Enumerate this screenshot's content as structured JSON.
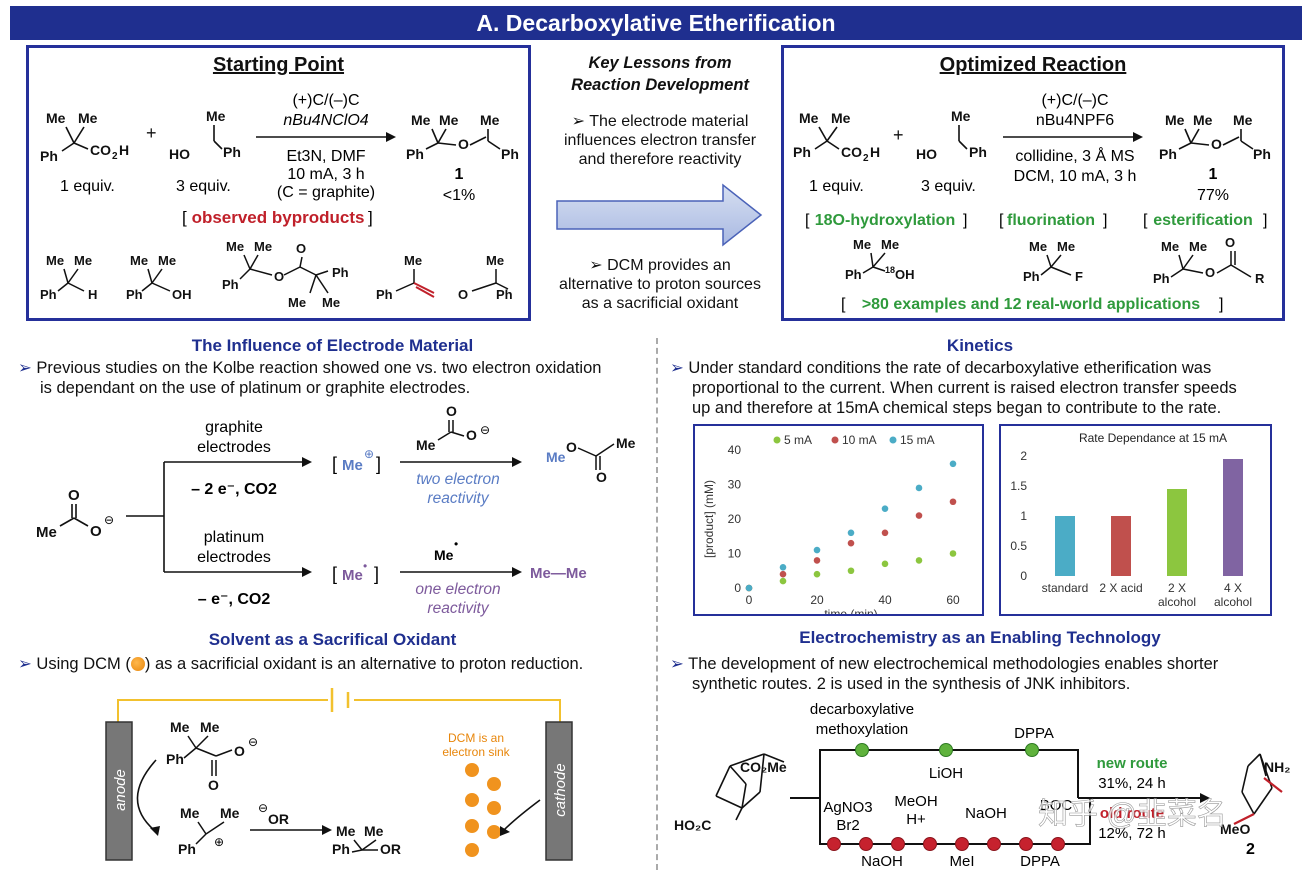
{
  "banner": {
    "title": "A. Decarboxylative Etherification"
  },
  "starting_point": {
    "title": "Starting Point",
    "reagents": [
      "(+)C/(–)C",
      "nBu4NClO4"
    ],
    "conditions": [
      "Et3N, DMF",
      "10 mA, 3 h",
      "(C = graphite)"
    ],
    "equiv1": "1 equiv.",
    "equiv2": "3 equiv.",
    "product_num": "1",
    "product_yield": "<1%",
    "byproducts_label": "observed byproducts"
  },
  "lessons": {
    "title_line1": "Key Lessons from",
    "title_line2": "Reaction Development",
    "lesson1": [
      "The electrode material",
      "influences electron transfer",
      "and therefore reactivity"
    ],
    "lesson2": [
      "DCM provides an",
      "alternative to proton sources",
      "as a sacrificial oxidant"
    ]
  },
  "optimized": {
    "title": "Optimized Reaction",
    "reagents": [
      "(+)C/(–)C",
      "nBu4NPF6"
    ],
    "conditions": [
      "collidine, 3 Å MS",
      "DCM, 10 mA, 3 h"
    ],
    "equiv1": "1 equiv.",
    "equiv2": "3 equiv.",
    "product_num": "1",
    "product_yield": "77%",
    "tags": [
      "18O-hydroxylation",
      "fluorination",
      "esterification"
    ],
    "examples": ">80 examples and 12 real-world applications"
  },
  "electrode": {
    "title": "The Influence of Electrode Material",
    "bullet": [
      "Previous studies on the Kolbe reaction showed one vs. two electron oxidation",
      "is dependant on the use of platinum or graphite electrodes."
    ],
    "upper_label": [
      "graphite",
      "electrodes"
    ],
    "upper_loss": "– 2 e⁻, CO2",
    "two_electron": [
      "two electron",
      "reactivity"
    ],
    "lower_label": [
      "platinum",
      "electrodes"
    ],
    "lower_loss": "– e⁻, CO2",
    "one_electron": [
      "one electron",
      "reactivity"
    ],
    "cation": "Me",
    "radical": "Me",
    "product_ethane": "Me—Me"
  },
  "solvent": {
    "title": "Solvent as a Sacrifical Oxidant",
    "bullet_pre": "Using DCM (",
    "bullet_post": ") as a sacrificial oxidant is an alternative to proton reduction.",
    "anode": "anode",
    "cathode": "cathode",
    "sink": [
      "DCM is an",
      "electron sink"
    ],
    "nucleophile": "OR"
  },
  "kinetics": {
    "title": "Kinetics",
    "bullet": [
      "Under standard conditions the rate of decarboxylative etherification was",
      "proportional to the current. When current is raised electron transfer speeds",
      "up and therefore at 15mA chemical steps began to contribute to the rate."
    ]
  },
  "enabling": {
    "title": "Electrochemistry as an Enabling Technology",
    "bullet": [
      "The development of new electrochemical methodologies enables shorter",
      "synthetic routes. 2 is used in the synthesis of JNK inhibitors."
    ],
    "top_step": [
      "decarboxylative",
      "methoxylation"
    ],
    "lioh": "LiOH",
    "dppa_top": "DPPA",
    "new_route": "new route",
    "new_route_stats": "31%, 24 h",
    "old_route": "old route",
    "old_route_stats": "12%, 72 h",
    "old_steps_top": [
      "AgNO3",
      "Br2",
      "MeOH",
      "H+",
      "NaOH",
      "BOC"
    ],
    "old_steps_bottom": [
      "NaOH",
      "MeI",
      "DPPA"
    ],
    "product_num": "2",
    "watermark": "知乎 @韭菜名"
  },
  "chart_data": [
    {
      "type": "scatter",
      "title": "",
      "xlabel": "time (min)",
      "ylabel": "[product] (mM)",
      "xlim": [
        0,
        60
      ],
      "ylim": [
        0,
        40
      ],
      "xticks": [
        0,
        20,
        40,
        60
      ],
      "yticks": [
        0,
        10,
        20,
        30,
        40
      ],
      "legend": "top",
      "series": [
        {
          "name": "5 mA",
          "color": "#8cc63f",
          "x": [
            0,
            10,
            20,
            30,
            40,
            50,
            60
          ],
          "y": [
            0,
            2,
            4,
            5,
            7,
            8,
            10
          ]
        },
        {
          "name": "10 mA",
          "color": "#c0504d",
          "x": [
            0,
            10,
            20,
            30,
            40,
            50,
            60
          ],
          "y": [
            0,
            4,
            8,
            13,
            16,
            21,
            25
          ]
        },
        {
          "name": "15 mA",
          "color": "#4bacc6",
          "x": [
            0,
            10,
            20,
            30,
            40,
            50,
            60
          ],
          "y": [
            0,
            6,
            11,
            16,
            23,
            29,
            36
          ]
        }
      ]
    },
    {
      "type": "bar",
      "title": "Rate Dependance at 15 mA",
      "categories": [
        "standard",
        "2 X acid",
        "2 X alcohol",
        "4 X alcohol"
      ],
      "values": [
        1.0,
        1.0,
        1.45,
        1.95
      ],
      "colors": [
        "#4bacc6",
        "#c0504d",
        "#8cc63f",
        "#8064a2"
      ],
      "ylim": [
        0,
        2
      ],
      "yticks": [
        0,
        0.5,
        1,
        1.5,
        2
      ]
    }
  ]
}
